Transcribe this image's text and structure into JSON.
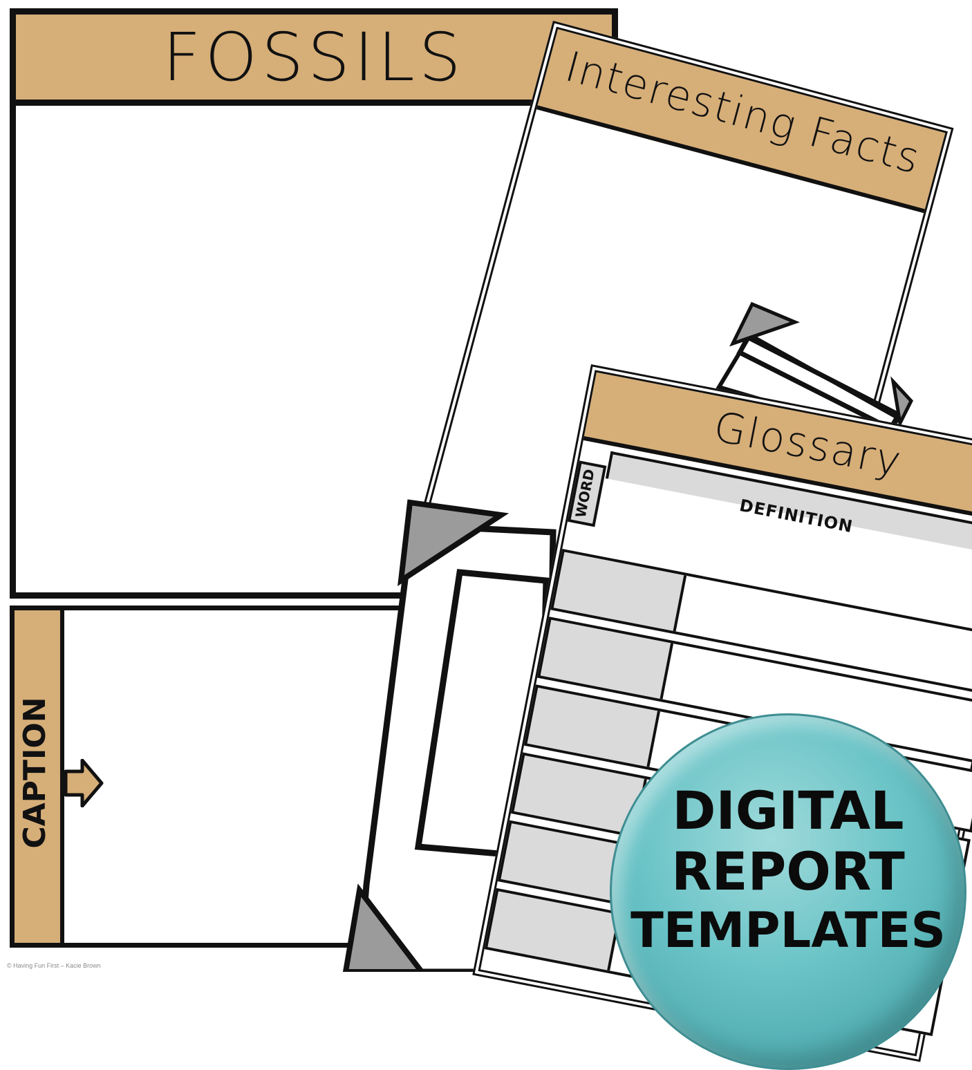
{
  "fossils": {
    "title": "FOSSILS"
  },
  "caption": {
    "label": "CAPTION"
  },
  "facts": {
    "title": "Interesting Facts"
  },
  "glossary": {
    "title": "Glossary",
    "word_label": "WORD",
    "definition_label": "DEFINITION"
  },
  "badge": {
    "line1": "DIGITAL",
    "line2": "REPORT",
    "line3": "TEMPLATES"
  },
  "credit": "© Having Fun First – Kacie Brown",
  "colors": {
    "band_tan": "#d6ae78",
    "outline": "#111111",
    "gray_fill": "#dadadb",
    "badge_teal": "#69c3c6"
  }
}
